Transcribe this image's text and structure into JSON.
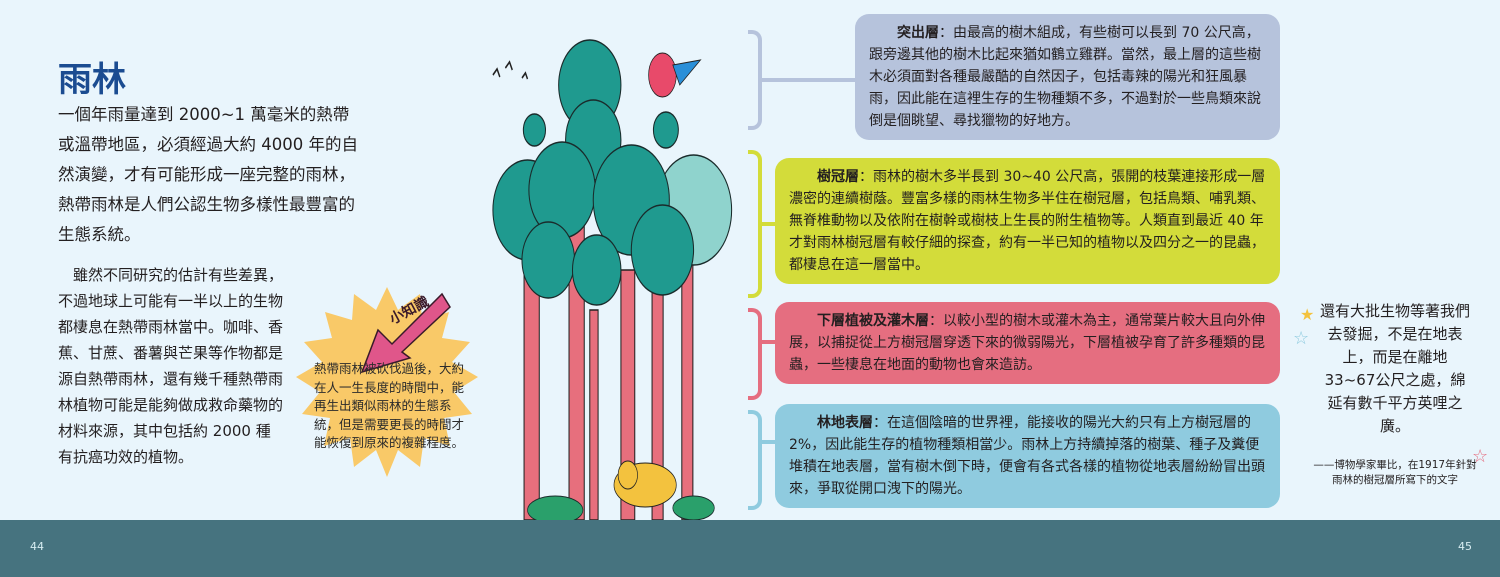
{
  "left_page": {
    "title": "雨林",
    "intro": "一個年雨量達到 2000~1 萬毫米的熱帶或溫帶地區，必須經過大約 4000 年的自然演變，才有可能形成一座完整的雨林，熱帶雨林是人們公認生物多樣性最豐富的生態系統。",
    "body": "雖然不同研究的估計有些差異，不過地球上可能有一半以上的生物都棲息在熱帶雨林當中。咖啡、香蕉、甘蔗、番薯與芒果等作物都是源自熱帶雨林，還有幾千種熱帶雨林植物可能是能夠做成救命藥物的材料來源，其中包括約 2000 種有抗癌功效的植物。",
    "fact_tag": "小知識",
    "fact_text": "熱帶雨林被砍伐過後，大約在人一生長度的時間中，能再生出類似雨林的生態系統，但是需要更長的時間才能恢復到原來的複雜程度。",
    "page_number": "44"
  },
  "right_page": {
    "layers": [
      {
        "name": "突出層",
        "text": "由最高的樹木組成，有些樹可以長到 70 公尺高，跟旁邊其他的樹木比起來猶如鶴立雞群。當然，最上層的這些樹木必須面對各種最嚴酷的自然因子，包括毒辣的陽光和狂風暴雨，因此能在這裡生存的生物種類不多，不過對於一些鳥類來說倒是個眺望、尋找獵物的好地方。",
        "color": "#b6c3dc"
      },
      {
        "name": "樹冠層",
        "text": "雨林的樹木多半長到 30~40 公尺高，張開的枝葉連接形成一層濃密的連續樹蔭。豐富多樣的雨林生物多半住在樹冠層，包括鳥類、哺乳類、無脊椎動物以及依附在樹幹或樹枝上生長的附生植物等。人類直到最近 40 年才對雨林樹冠層有較仔細的探查，約有一半已知的植物以及四分之一的昆蟲，都棲息在這一層當中。",
        "color": "#d3dc3a"
      },
      {
        "name": "下層植被及灌木層",
        "text": "以較小型的樹木或灌木為主，通常葉片較大且向外伸展，以捕捉從上方樹冠層穿透下來的微弱陽光，下層植被孕育了許多種類的昆蟲，一些棲息在地面的動物也會來造訪。",
        "color": "#e56e80"
      },
      {
        "name": "林地表層",
        "text": "在這個陰暗的世界裡，能接收的陽光大約只有上方樹冠層的 2%，因此能生存的植物種類相當少。雨林上方持續掉落的樹葉、種子及糞便堆積在地表層，當有樹木倒下時，便會有各式各樣的植物從地表層紛紛冒出頭來，爭取從開口洩下的陽光。",
        "color": "#8fcbdf"
      }
    ],
    "quote": "還有大批生物等著我們去發掘，不是在地表上，而是在離地33~67公尺之處，綿延有數千平方英哩之廣。",
    "quote_source": "——博物學家畢比，在1917年針對雨林的樹冠層所寫下的文字",
    "page_number": "45"
  }
}
